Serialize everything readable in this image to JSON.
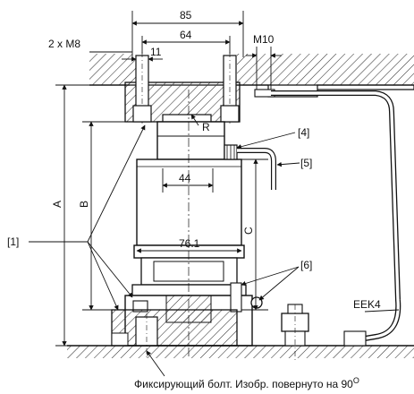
{
  "dimensions": {
    "width_85": "85",
    "width_64": "64",
    "width_11": "11",
    "bolts": "2 x M8",
    "thread_m10": "M10",
    "radius": "R",
    "diam_44": "44",
    "diam_76": "76.1",
    "height_a": "A",
    "height_b": "B",
    "height_c": "C"
  },
  "references": {
    "item_1": "[1]",
    "item_4": "[4]",
    "item_5": "[5]",
    "item_6": "[6]",
    "cable": "EEK4"
  },
  "caption": {
    "text": "Фиксирующий болт. Изобр. повернуто на 90",
    "degree": "O"
  },
  "colors": {
    "line": "#111111",
    "hatch": "#333333",
    "cable": "#222222"
  }
}
